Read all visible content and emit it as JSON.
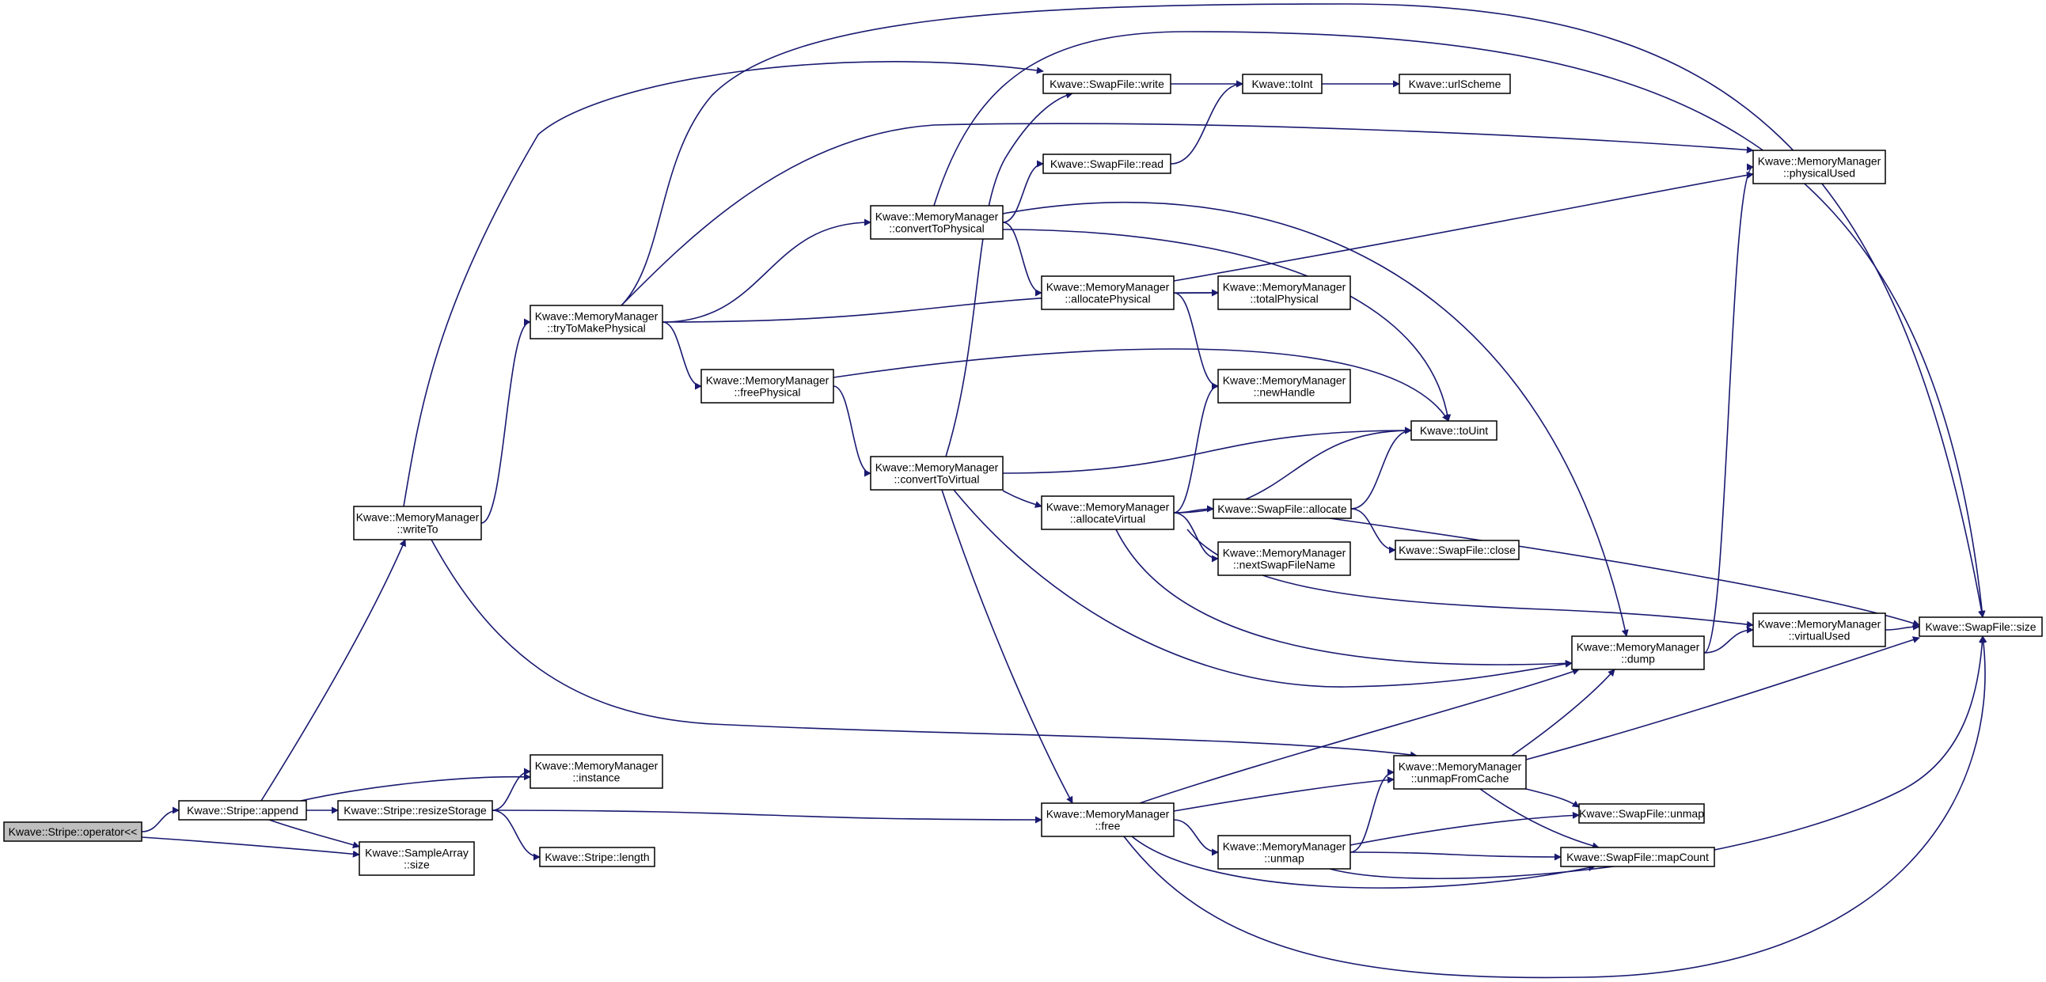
{
  "colors": {
    "edge": "#191970",
    "node_border": "#000000",
    "node_fill": "#ffffff",
    "root_fill": "#bfbfbf"
  },
  "nodes": [
    {
      "id": "op",
      "lines": [
        "Kwave::Stripe::operator<<"
      ],
      "root": true
    },
    {
      "id": "append",
      "lines": [
        "Kwave::Stripe::append"
      ]
    },
    {
      "id": "writeTo",
      "lines": [
        "Kwave::MemoryManager",
        "::writeTo"
      ]
    },
    {
      "id": "instance",
      "lines": [
        "Kwave::MemoryManager",
        "::instance"
      ]
    },
    {
      "id": "resize",
      "lines": [
        "Kwave::Stripe::resizeStorage"
      ]
    },
    {
      "id": "sasize",
      "lines": [
        "Kwave::SampleArray",
        "::size"
      ]
    },
    {
      "id": "length",
      "lines": [
        "Kwave::Stripe::length"
      ]
    },
    {
      "id": "tryPhys",
      "lines": [
        "Kwave::MemoryManager",
        "::tryToMakePhysical"
      ]
    },
    {
      "id": "freePhys",
      "lines": [
        "Kwave::MemoryManager",
        "::freePhysical"
      ]
    },
    {
      "id": "convPhys",
      "lines": [
        "Kwave::MemoryManager",
        "::convertToPhysical"
      ]
    },
    {
      "id": "convVirt",
      "lines": [
        "Kwave::MemoryManager",
        "::convertToVirtual"
      ]
    },
    {
      "id": "swWrite",
      "lines": [
        "Kwave::SwapFile::write"
      ]
    },
    {
      "id": "swRead",
      "lines": [
        "Kwave::SwapFile::read"
      ]
    },
    {
      "id": "toInt",
      "lines": [
        "Kwave::toInt"
      ]
    },
    {
      "id": "urlScheme",
      "lines": [
        "Kwave::urlScheme"
      ]
    },
    {
      "id": "allocPhys",
      "lines": [
        "Kwave::MemoryManager",
        "::allocatePhysical"
      ]
    },
    {
      "id": "totalPhys",
      "lines": [
        "Kwave::MemoryManager",
        "::totalPhysical"
      ]
    },
    {
      "id": "newHandle",
      "lines": [
        "Kwave::MemoryManager",
        "::newHandle"
      ]
    },
    {
      "id": "toUint",
      "lines": [
        "Kwave::toUint"
      ]
    },
    {
      "id": "allocVirt",
      "lines": [
        "Kwave::MemoryManager",
        "::allocateVirtual"
      ]
    },
    {
      "id": "swAlloc",
      "lines": [
        "Kwave::SwapFile::allocate"
      ]
    },
    {
      "id": "nextSwap",
      "lines": [
        "Kwave::MemoryManager",
        "::nextSwapFileName"
      ]
    },
    {
      "id": "swClose",
      "lines": [
        "Kwave::SwapFile::close"
      ]
    },
    {
      "id": "physUsed",
      "lines": [
        "Kwave::MemoryManager",
        "::physicalUsed"
      ]
    },
    {
      "id": "virtUsed",
      "lines": [
        "Kwave::MemoryManager",
        "::virtualUsed"
      ]
    },
    {
      "id": "swSize",
      "lines": [
        "Kwave::SwapFile::size"
      ]
    },
    {
      "id": "dump",
      "lines": [
        "Kwave::MemoryManager",
        "::dump"
      ]
    },
    {
      "id": "unmapCache",
      "lines": [
        "Kwave::MemoryManager",
        "::unmapFromCache"
      ]
    },
    {
      "id": "free",
      "lines": [
        "Kwave::MemoryManager",
        "::free"
      ]
    },
    {
      "id": "unmap",
      "lines": [
        "Kwave::MemoryManager",
        "::unmap"
      ]
    },
    {
      "id": "swUnmap",
      "lines": [
        "Kwave::SwapFile::unmap"
      ]
    },
    {
      "id": "swMapCount",
      "lines": [
        "Kwave::SwapFile::mapCount"
      ]
    }
  ],
  "edges": [
    {
      "from": "op",
      "to": "append"
    },
    {
      "from": "op",
      "to": "sasize"
    },
    {
      "from": "append",
      "to": "writeTo"
    },
    {
      "from": "append",
      "to": "instance"
    },
    {
      "from": "append",
      "to": "resize"
    },
    {
      "from": "append",
      "to": "sasize"
    },
    {
      "from": "resize",
      "to": "instance"
    },
    {
      "from": "resize",
      "to": "free"
    },
    {
      "from": "resize",
      "to": "length"
    },
    {
      "from": "writeTo",
      "to": "tryPhys"
    },
    {
      "from": "writeTo",
      "to": "swWrite"
    },
    {
      "from": "writeTo",
      "to": "unmapCache"
    },
    {
      "from": "tryPhys",
      "to": "convPhys"
    },
    {
      "from": "tryPhys",
      "to": "freePhys"
    },
    {
      "from": "tryPhys",
      "to": "totalPhys"
    },
    {
      "from": "tryPhys",
      "to": "physUsed"
    },
    {
      "from": "tryPhys",
      "to": "swSize"
    },
    {
      "from": "freePhys",
      "to": "convVirt"
    },
    {
      "from": "freePhys",
      "to": "toUint"
    },
    {
      "from": "convPhys",
      "to": "swRead"
    },
    {
      "from": "convPhys",
      "to": "allocPhys"
    },
    {
      "from": "convPhys",
      "to": "toUint"
    },
    {
      "from": "convPhys",
      "to": "dump"
    },
    {
      "from": "convPhys",
      "to": "swSize"
    },
    {
      "from": "convVirt",
      "to": "swWrite"
    },
    {
      "from": "convVirt",
      "to": "toUint"
    },
    {
      "from": "convVirt",
      "to": "allocVirt"
    },
    {
      "from": "convVirt",
      "to": "free"
    },
    {
      "from": "convVirt",
      "to": "dump"
    },
    {
      "from": "swWrite",
      "to": "toInt"
    },
    {
      "from": "swRead",
      "to": "toInt"
    },
    {
      "from": "toInt",
      "to": "urlScheme"
    },
    {
      "from": "allocPhys",
      "to": "totalPhys"
    },
    {
      "from": "allocPhys",
      "to": "newHandle"
    },
    {
      "from": "allocPhys",
      "to": "physUsed"
    },
    {
      "from": "allocVirt",
      "to": "newHandle"
    },
    {
      "from": "allocVirt",
      "to": "toUint"
    },
    {
      "from": "allocVirt",
      "to": "swAlloc"
    },
    {
      "from": "allocVirt",
      "to": "nextSwap"
    },
    {
      "from": "allocVirt",
      "to": "virtUsed"
    },
    {
      "from": "allocVirt",
      "to": "dump"
    },
    {
      "from": "swAlloc",
      "to": "toUint"
    },
    {
      "from": "swAlloc",
      "to": "swClose"
    },
    {
      "from": "swAlloc",
      "to": "swSize"
    },
    {
      "from": "dump",
      "to": "physUsed"
    },
    {
      "from": "dump",
      "to": "virtUsed"
    },
    {
      "from": "virtUsed",
      "to": "swSize"
    },
    {
      "from": "free",
      "to": "dump"
    },
    {
      "from": "free",
      "to": "unmapCache"
    },
    {
      "from": "free",
      "to": "unmap"
    },
    {
      "from": "free",
      "to": "swMapCount"
    },
    {
      "from": "free",
      "to": "swSize"
    },
    {
      "from": "unmap",
      "to": "unmapCache"
    },
    {
      "from": "unmap",
      "to": "swUnmap"
    },
    {
      "from": "unmap",
      "to": "swMapCount"
    },
    {
      "from": "unmap",
      "to": "swSize"
    },
    {
      "from": "unmapCache",
      "to": "dump"
    },
    {
      "from": "unmapCache",
      "to": "swSize"
    },
    {
      "from": "unmapCache",
      "to": "swUnmap"
    },
    {
      "from": "unmapCache",
      "to": "swMapCount"
    }
  ]
}
